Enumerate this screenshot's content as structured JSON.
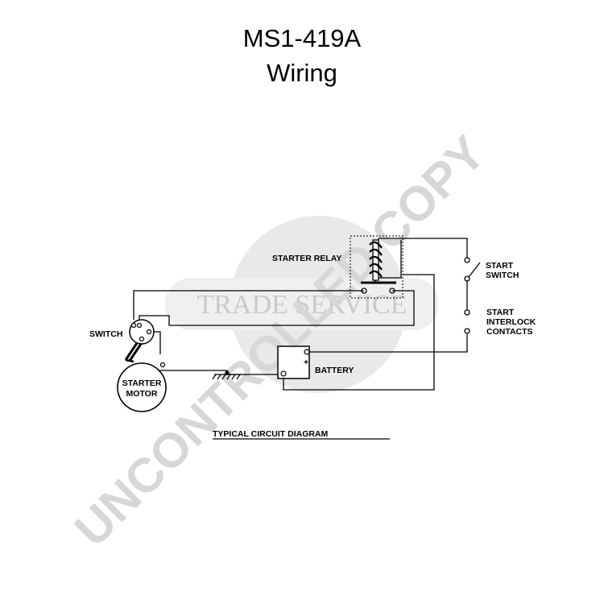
{
  "header": {
    "title": "MS1-419A",
    "subtitle": "Wiring"
  },
  "diagram": {
    "labels": {
      "starter_relay": "STARTER RELAY",
      "switch": "SWITCH",
      "starter_motor_line1": "STARTER",
      "starter_motor_line2": "MOTOR",
      "battery": "BATTERY",
      "start_switch_line1": "START",
      "start_switch_line2": "SWITCH",
      "interlock_line1": "START",
      "interlock_line2": "INTERLOCK",
      "interlock_line3": "CONTACTS",
      "battery_plus": "+",
      "caption": "TYPICAL CIRCUIT DIAGRAM"
    }
  },
  "watermark": {
    "trade": "TRADE SERVICE",
    "uncontrolled": "UNCONTROLLED COPY",
    "color": "#d7d7d7"
  }
}
